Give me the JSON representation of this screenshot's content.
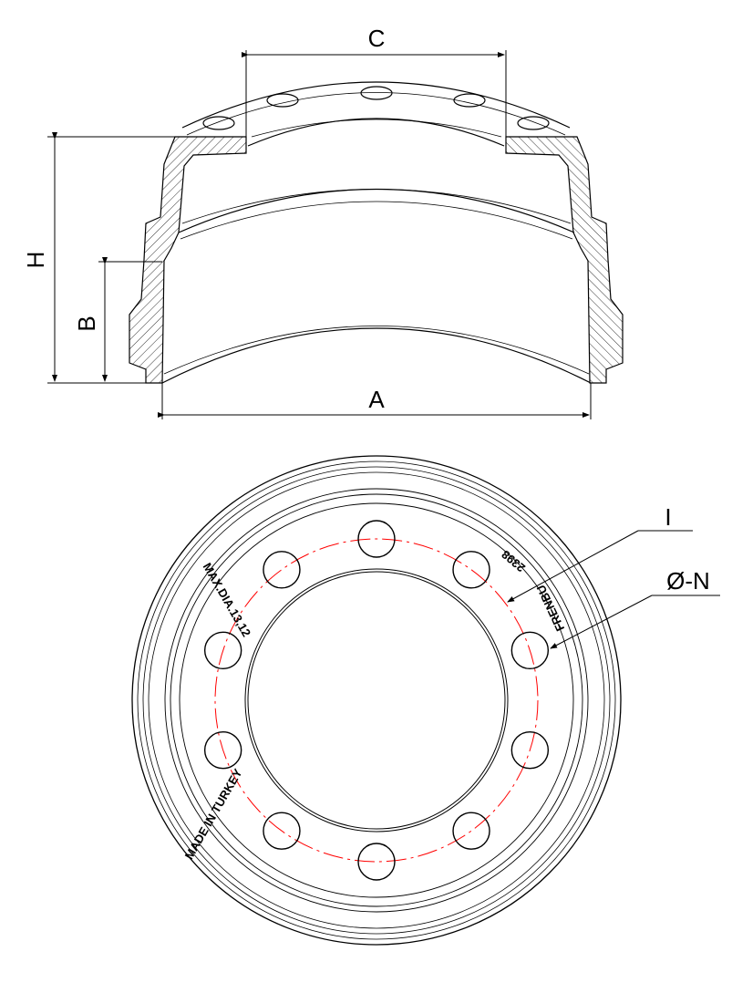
{
  "dimensions": {
    "a": "A",
    "b": "B",
    "c": "C",
    "h": "H",
    "i": "I",
    "n": "Ø-N"
  },
  "embossing": {
    "max_dia": "MAX.DIA.13,12",
    "made_in": "MADE IN TURKEY",
    "brand": "FRENBU",
    "part_no": "2398"
  },
  "colors": {
    "line": "#000000",
    "pitch_circle": "#ff0000"
  },
  "bolt_hole_count": 10
}
